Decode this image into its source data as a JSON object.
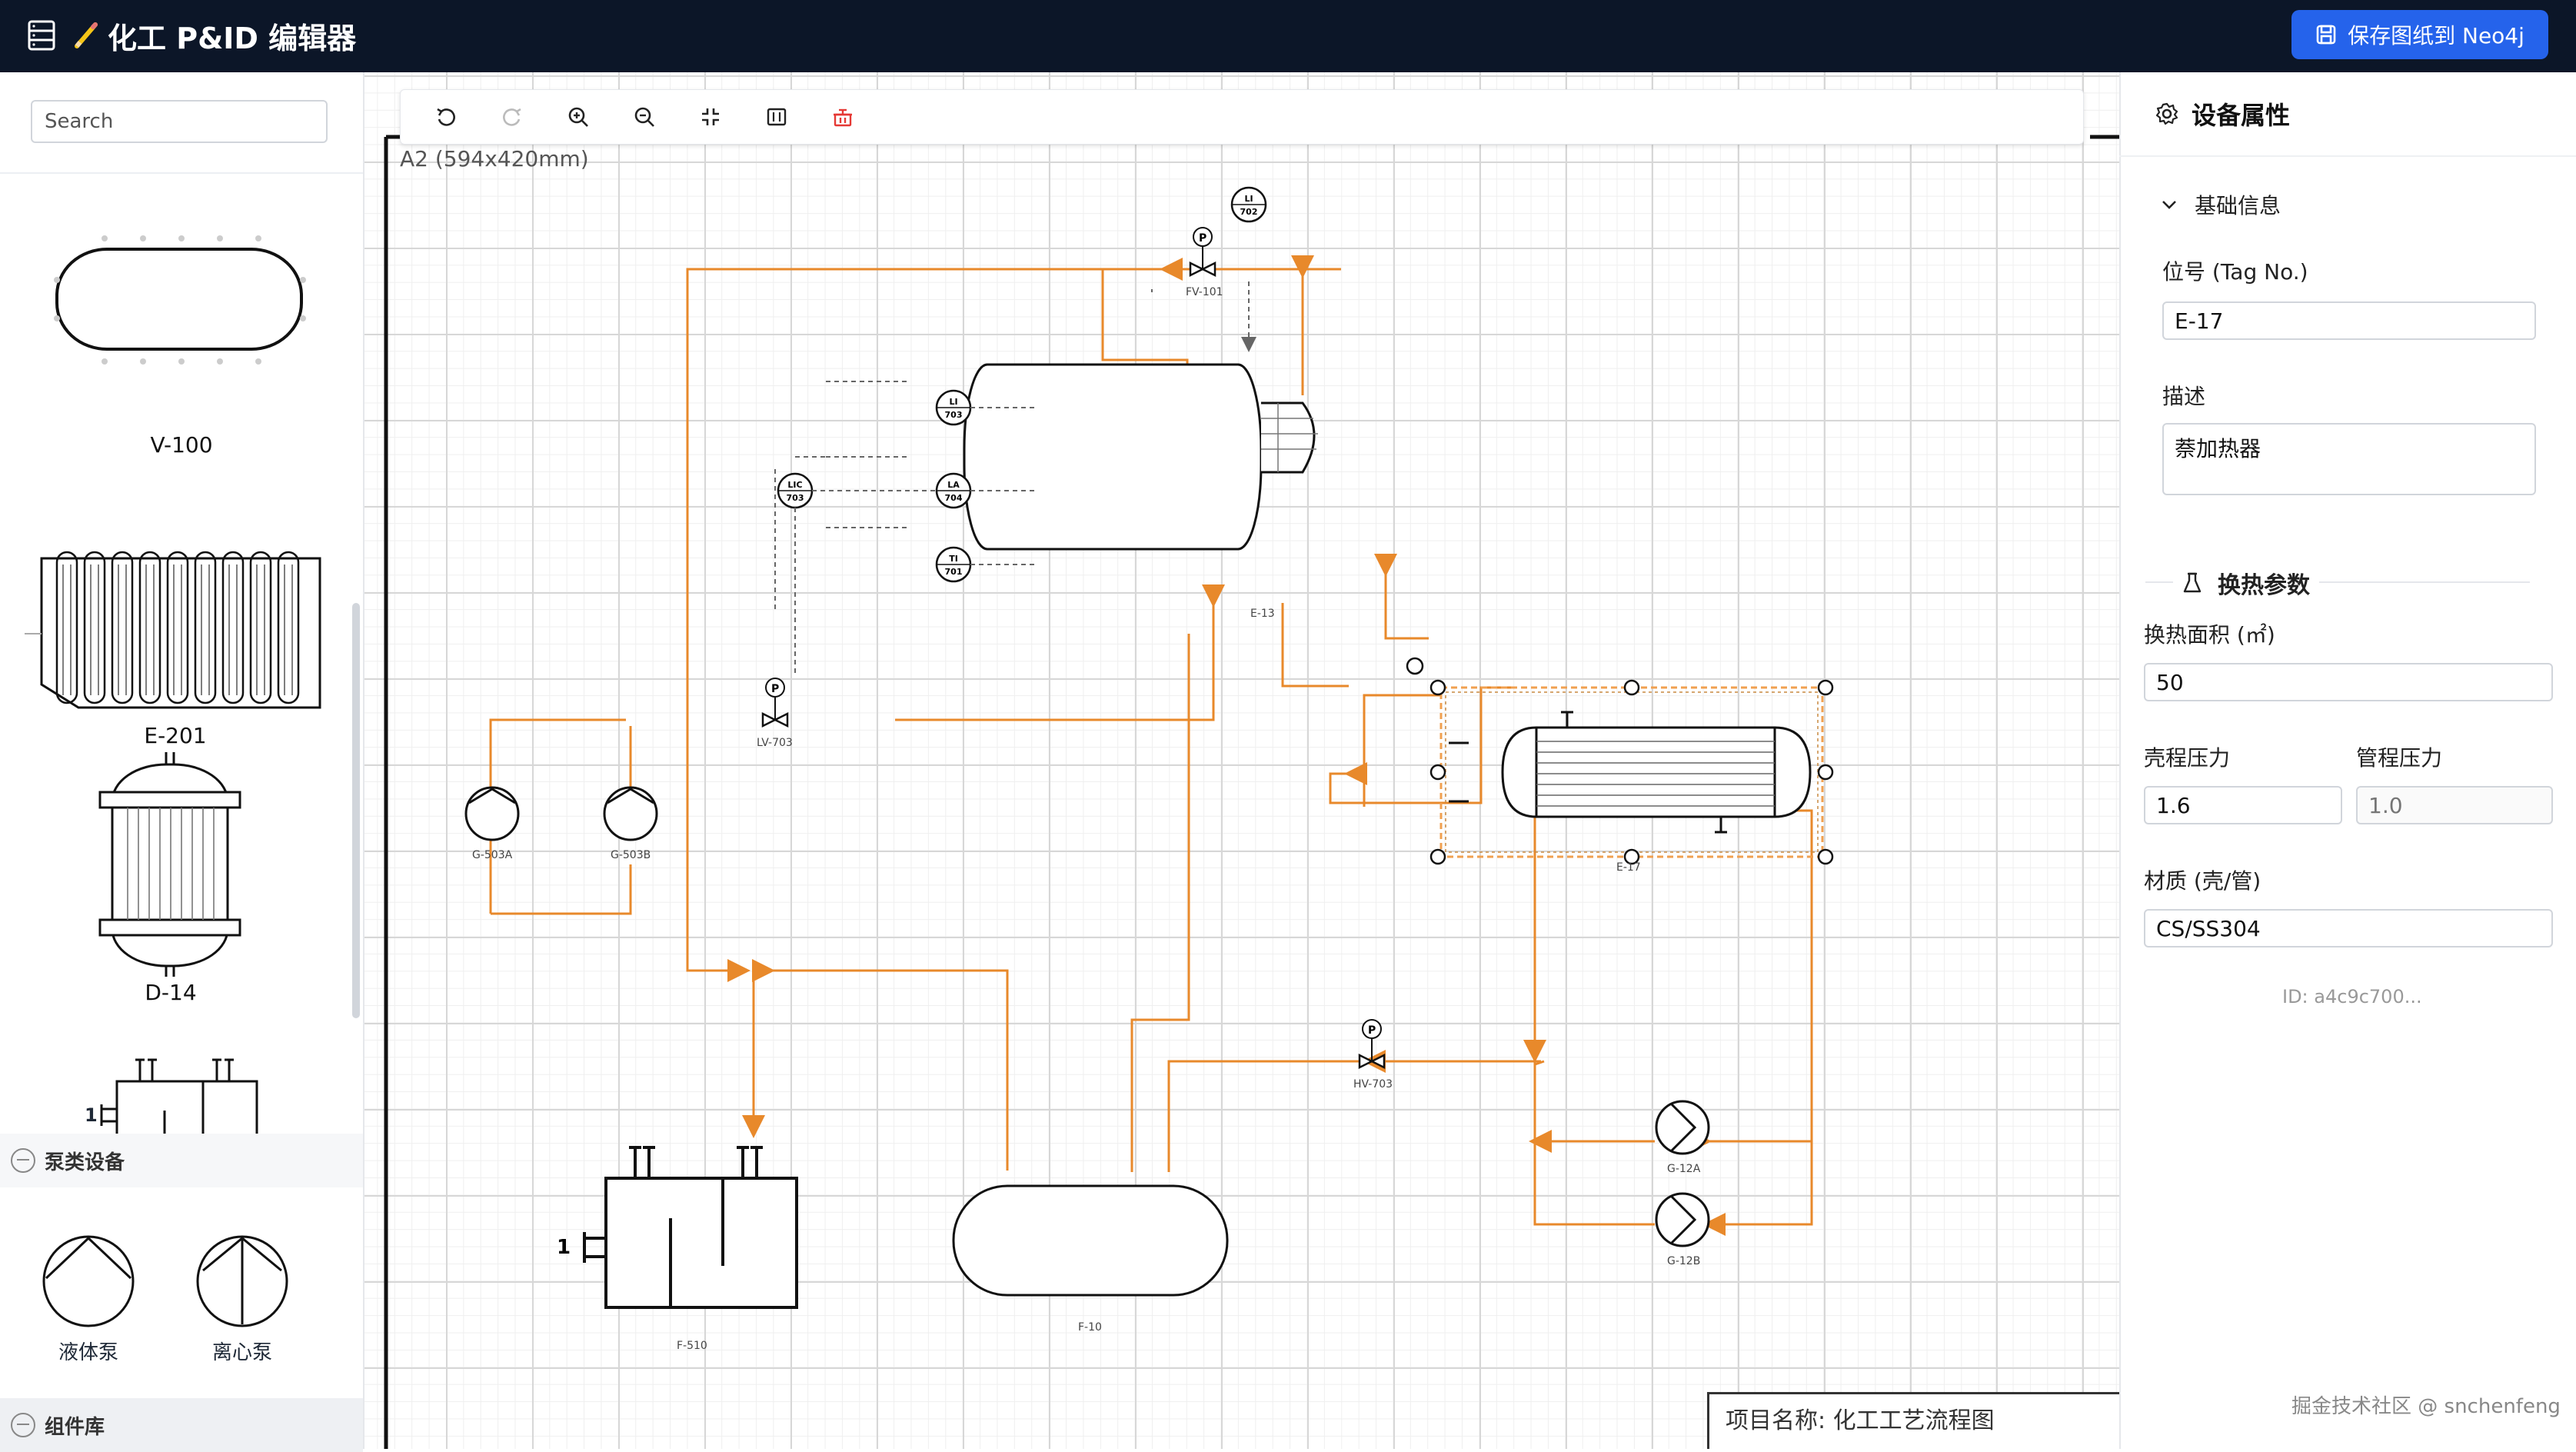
{
  "header": {
    "title": "化工 P&ID 编辑器",
    "save_label": "保存图纸到 Neo4j"
  },
  "palette": {
    "search_placeholder": "Search",
    "items": [
      {
        "label": "V-100"
      },
      {
        "label": "E-201"
      },
      {
        "label": "D-14"
      },
      {
        "label": "1"
      }
    ],
    "pump_group": {
      "title": "泵类设备",
      "items": [
        {
          "label": "液体泵"
        },
        {
          "label": "离心泵"
        }
      ]
    },
    "component_group": {
      "title": "组件库"
    }
  },
  "canvas": {
    "sheet_size": "A2 (594x420mm)",
    "project_name": "项目名称: 化工工艺流程图",
    "instruments": [
      {
        "id": "li702",
        "top": "LI",
        "bottom": "702"
      },
      {
        "id": "li703",
        "top": "LI",
        "bottom": "703"
      },
      {
        "id": "lic703",
        "top": "LIC",
        "bottom": "703"
      },
      {
        "id": "la704",
        "top": "LA",
        "bottom": "704"
      },
      {
        "id": "ti701",
        "top": "TI",
        "bottom": "701"
      }
    ],
    "tags": {
      "fv101": "FV-101",
      "e13": "E-13",
      "lv703": "LV-703",
      "g503a": "G-503A",
      "g503b": "G-503B",
      "e17": "E-17",
      "hv703": "HV-703",
      "g12a": "G-12A",
      "g12b": "G-12B",
      "f510": "F-510",
      "f10": "F-10",
      "f510_nozzle": "1",
      "positioner": "P"
    },
    "colors": {
      "pipe": "#e8892b",
      "signal": "#555555",
      "selection": "#f0a050"
    }
  },
  "properties": {
    "title": "设备属性",
    "basic_section": "基础信息",
    "tag_label": "位号 (Tag No.)",
    "tag_value": "E-17",
    "desc_label": "描述",
    "desc_value": "萘加热器",
    "heat_section": "换热参数",
    "area_label": "换热面积 (㎡)",
    "area_value": "50",
    "shell_label": "壳程压力",
    "shell_value": "1.6",
    "tube_label": "管程压力",
    "tube_placeholder": "1.0",
    "material_label": "材质 (壳/管)",
    "material_value": "CS/SS304",
    "id_text": "ID: a4c9c700..."
  },
  "watermark": "掘金技术社区 @ snchenfeng"
}
